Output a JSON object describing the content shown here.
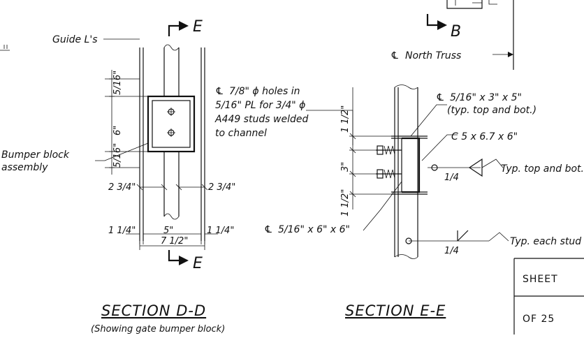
{
  "callouts": {
    "e_top": "E",
    "b_top": "B",
    "e_bottom": "E",
    "north_truss": "North Truss",
    "guide_angles": "Guide L's",
    "bumper_block_line1": "Bumper block",
    "bumper_block_line2": "assembly",
    "holes_line1": "7/8\" ϕ holes in",
    "holes_line2": "5/16\" PL for 3/4\" ϕ",
    "holes_line3": "A449 studs welded",
    "holes_line4": "to channel",
    "plate_top_line1": "5/16\" x 3\" x 5\"",
    "plate_top_line2": "(typ. top and bot.)",
    "channel": "C 5 x 6.7 x 6\"",
    "plate_side": "5/16\" x 6\" x 6\"",
    "typ_top_bot": "Typ. top and bot.",
    "typ_each_stud": "Typ. each stud"
  },
  "dimensions": {
    "d_5_16_top": "5/16\"",
    "d_6": "6\"",
    "d_5_16_bot": "5/16\"",
    "d_2_3_4_left": "2 3/4\"",
    "d_2_3_4_right": "2 3/4\"",
    "d_1_1_4_left": "1 1/4\"",
    "d_5": "5\"",
    "d_1_1_4_right": "1 1/4\"",
    "d_7_1_2": "7 1/2\"",
    "e_1_1_2_top": "1 1/2\"",
    "e_3": "3\"",
    "e_1_1_2_bot": "1 1/2\"",
    "weld_top": "1/4",
    "weld_bot": "1/4"
  },
  "sections": {
    "dd_title": "SECTION D-D",
    "dd_subtitle": "(Showing gate bumper block)",
    "ee_title": "SECTION E-E"
  },
  "title_block": {
    "sheet_label": "SHEET",
    "of_label": "OF 25"
  }
}
